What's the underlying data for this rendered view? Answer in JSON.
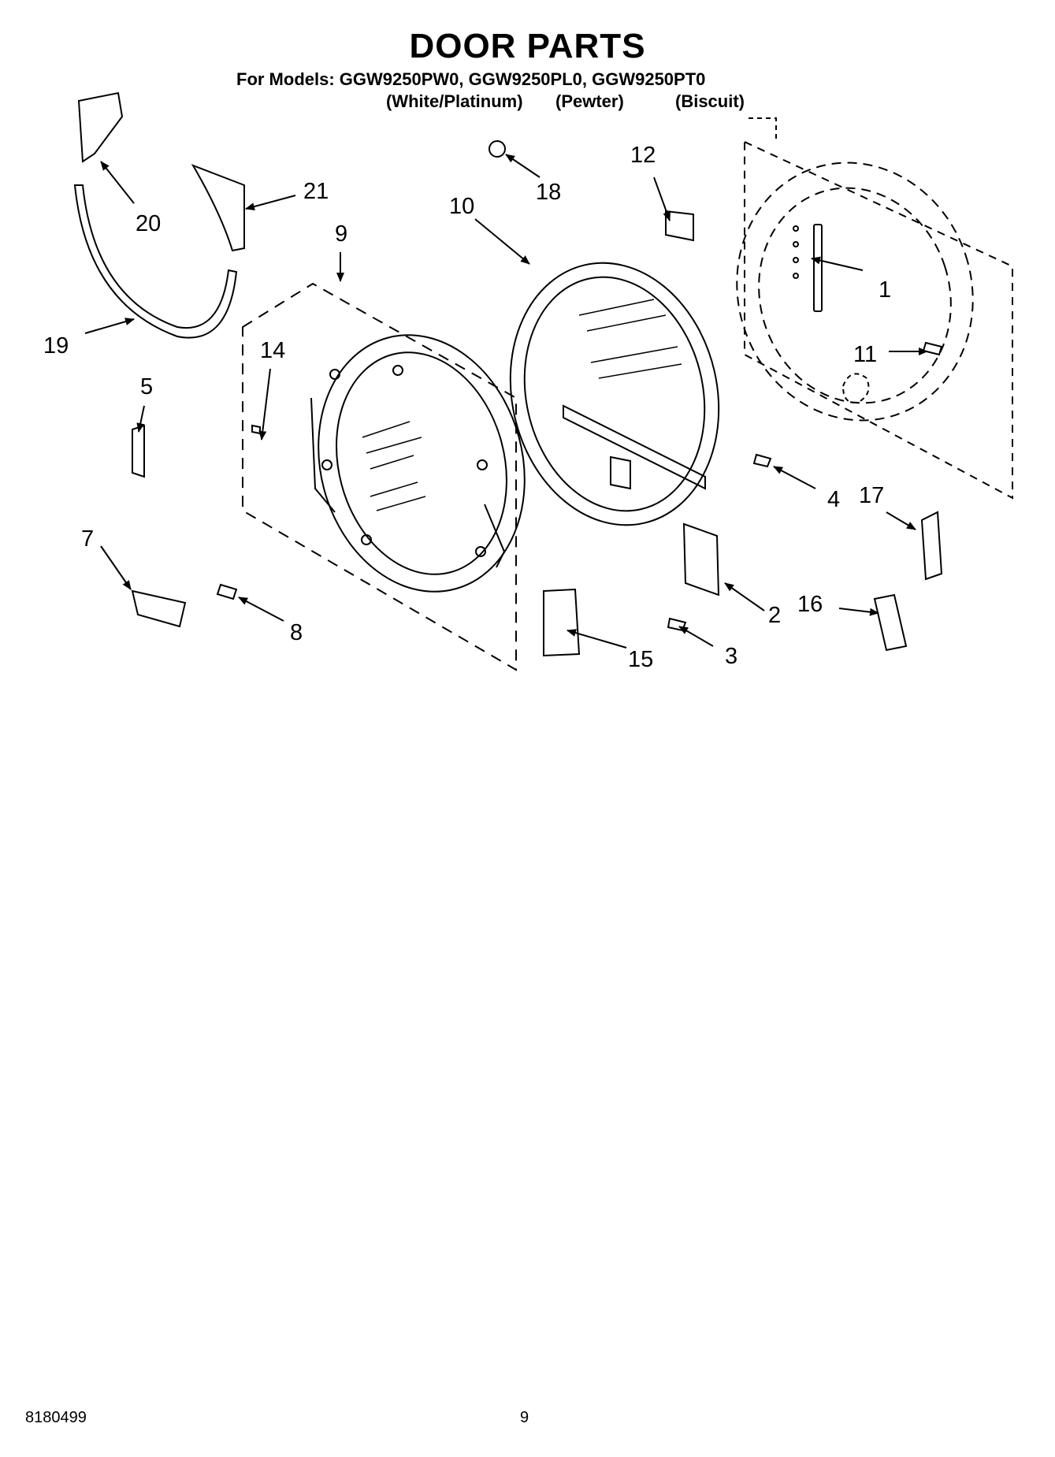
{
  "header": {
    "title": "DOOR PARTS",
    "models": "For Models: GGW9250PW0, GGW9250PL0, GGW9250PT0",
    "variants": [
      "(White/Platinum)",
      "(Pewter)",
      "(Biscuit)"
    ]
  },
  "callouts": [
    "1",
    "2",
    "3",
    "4",
    "5",
    "7",
    "8",
    "9",
    "10",
    "11",
    "12",
    "14",
    "15",
    "16",
    "17",
    "18",
    "19",
    "20",
    "21"
  ],
  "footer": {
    "part_number": "8180499",
    "page": "9"
  }
}
